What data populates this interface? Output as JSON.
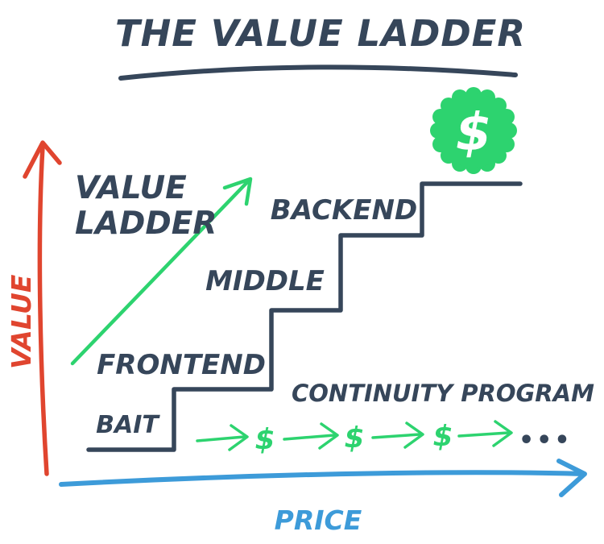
{
  "colors": {
    "navy": "#36465a",
    "red": "#e0452f",
    "green": "#2dd36f",
    "blue": "#3d9bd9",
    "white": "#ffffff",
    "background": "#ffffff"
  },
  "title": {
    "text": "THE VALUE LADDER"
  },
  "y_axis": {
    "label": "VALUE"
  },
  "x_axis": {
    "label": "PRICE"
  },
  "ladder_annotation": {
    "line1": "VALUE",
    "line2": "LADDER"
  },
  "steps": [
    {
      "label": "BAIT"
    },
    {
      "label": "FRONTEND"
    },
    {
      "label": "MIDDLE"
    },
    {
      "label": "BACKEND"
    }
  ],
  "continuity_program": {
    "label": "CONTINUITY PROGRAM",
    "dollar_symbol": "$",
    "dollar_count": 3,
    "ellipsis": "•••"
  },
  "badge": {
    "symbol": "$"
  }
}
